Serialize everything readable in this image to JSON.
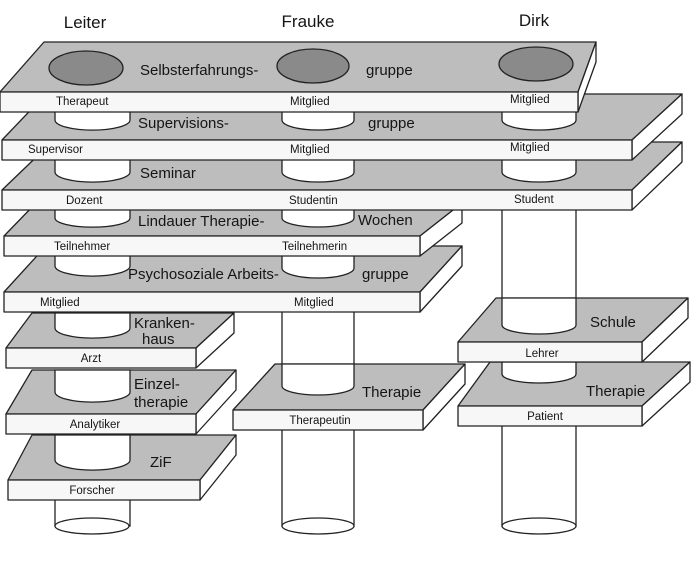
{
  "columns": {
    "leiter": "Leiter",
    "frauke": "Frauke",
    "dirk": "Dirk"
  },
  "levels": {
    "selbsterfahrung": {
      "label_a": "Selbsterfahrungs-",
      "label_b": "gruppe",
      "role_leiter": "Therapeut",
      "role_frauke": "Mitglied",
      "role_dirk": "Mitglied"
    },
    "supervision": {
      "label_a": "Supervisions-",
      "label_b": "gruppe",
      "role_leiter": "Supervisor",
      "role_frauke": "Mitglied",
      "role_dirk": "Mitglied"
    },
    "seminar": {
      "label_a": "Seminar",
      "role_leiter": "Dozent",
      "role_frauke": "Studentin",
      "role_dirk": "Student"
    },
    "lindauer": {
      "label_a": "Lindauer Therapie-",
      "label_b": "Wochen",
      "role_leiter": "Teilnehmer",
      "role_frauke": "Teilnehmerin"
    },
    "psychosozial": {
      "label_a": "Psychosoziale Arbeits-",
      "label_b": "gruppe",
      "role_leiter": "Mitglied",
      "role_frauke": "Mitglied"
    },
    "krankenhaus": {
      "label_a": "Kranken-",
      "label_b": "haus",
      "role_leiter": "Arzt"
    },
    "einzeltherapie": {
      "label_a": "Einzel-",
      "label_b": "therapie",
      "role_leiter": "Analytiker"
    },
    "zif": {
      "label_a": "ZiF",
      "role_leiter": "Forscher"
    },
    "frauke_therapie": {
      "label_a": "Therapie",
      "role_frauke": "Therapeutin"
    },
    "dirk_schule": {
      "label_a": "Schule",
      "role_dirk": "Lehrer"
    },
    "dirk_therapie": {
      "label_a": "Therapie",
      "role_dirk": "Patient"
    }
  }
}
